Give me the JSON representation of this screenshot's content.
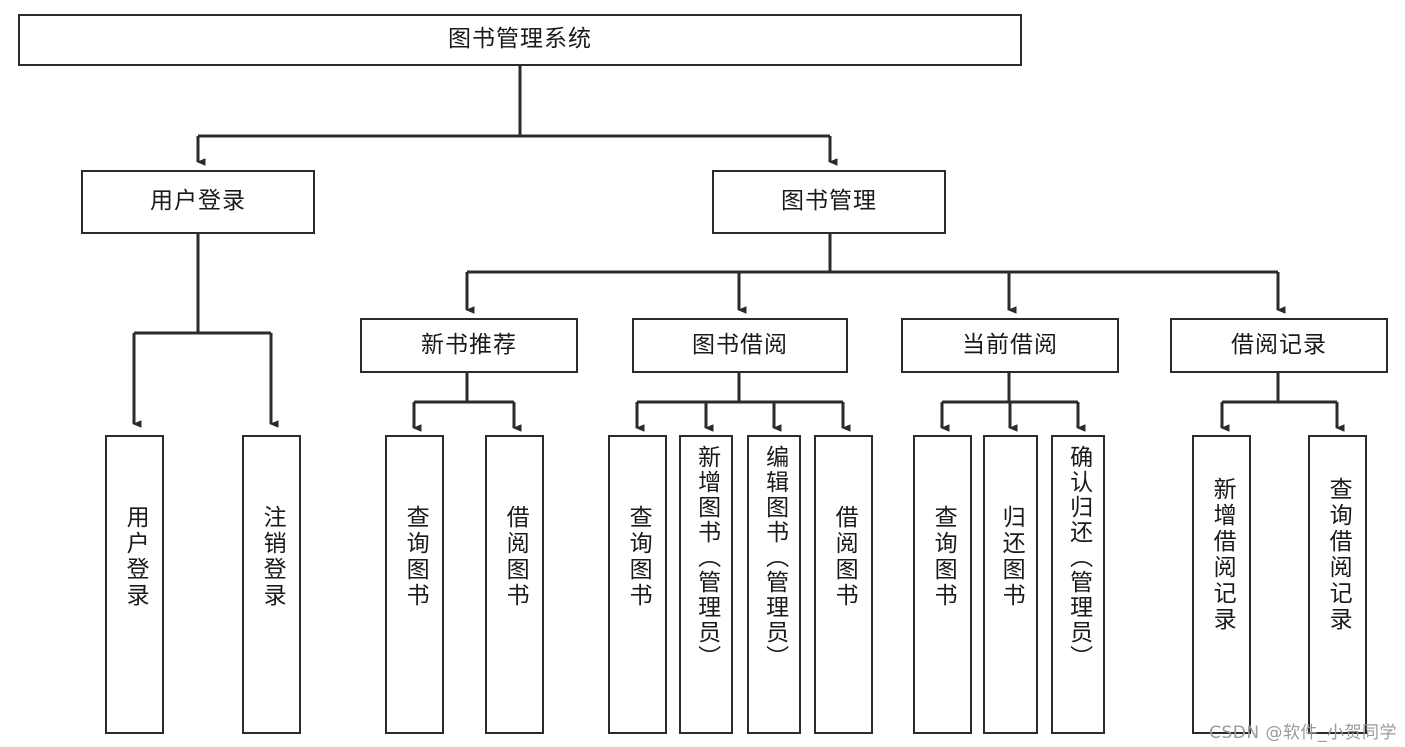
{
  "diagram": {
    "title": "图书管理系统",
    "type": "tree",
    "orientation": "top-down",
    "style": {
      "box_fill": "#ffffff",
      "box_stroke": "#2b2b2b",
      "connector_color": "#2b2b2b",
      "text_color": "#1a1a1a",
      "background": "#ffffff"
    },
    "nodes": {
      "root": {
        "label": "图书管理系统",
        "level": 0,
        "text_direction": "horizontal"
      },
      "user_login": {
        "label": "用户登录",
        "level": 1,
        "text_direction": "horizontal"
      },
      "book_manage": {
        "label": "图书管理",
        "level": 1,
        "text_direction": "horizontal"
      },
      "new_book_rec": {
        "label": "新书推荐",
        "level": 2,
        "text_direction": "horizontal"
      },
      "book_borrow": {
        "label": "图书借阅",
        "level": 2,
        "text_direction": "horizontal"
      },
      "current_borrow": {
        "label": "当前借阅",
        "level": 2,
        "text_direction": "horizontal"
      },
      "borrow_record": {
        "label": "借阅记录",
        "level": 2,
        "text_direction": "horizontal"
      },
      "leaf_user_login": {
        "label": "用户登录",
        "level": 3,
        "text_direction": "vertical"
      },
      "leaf_logout": {
        "label": "注销登录",
        "level": 3,
        "text_direction": "vertical"
      },
      "leaf_query_book_1": {
        "label": "查询图书",
        "level": 3,
        "text_direction": "vertical"
      },
      "leaf_borrow_book_1": {
        "label": "借阅图书",
        "level": 3,
        "text_direction": "vertical"
      },
      "leaf_query_book_2": {
        "label": "查询图书",
        "level": 3,
        "text_direction": "vertical"
      },
      "leaf_add_book": {
        "label": "新增图书（管理员）",
        "level": 3,
        "text_direction": "vertical"
      },
      "leaf_edit_book": {
        "label": "编辑图书（管理员）",
        "level": 3,
        "text_direction": "vertical"
      },
      "leaf_borrow_book_2": {
        "label": "借阅图书",
        "level": 3,
        "text_direction": "vertical"
      },
      "leaf_query_book_3": {
        "label": "查询图书",
        "level": 3,
        "text_direction": "vertical"
      },
      "leaf_return_book": {
        "label": "归还图书",
        "level": 3,
        "text_direction": "vertical"
      },
      "leaf_confirm_return": {
        "label": "确认归还（管理员）",
        "level": 3,
        "text_direction": "vertical"
      },
      "leaf_add_record": {
        "label": "新增借阅记录",
        "level": 3,
        "text_direction": "vertical"
      },
      "leaf_query_record": {
        "label": "查询借阅记录",
        "level": 3,
        "text_direction": "vertical"
      }
    },
    "edges": [
      {
        "from": "root",
        "to": "user_login"
      },
      {
        "from": "root",
        "to": "book_manage"
      },
      {
        "from": "user_login",
        "to": "leaf_user_login"
      },
      {
        "from": "user_login",
        "to": "leaf_logout"
      },
      {
        "from": "book_manage",
        "to": "new_book_rec"
      },
      {
        "from": "book_manage",
        "to": "book_borrow"
      },
      {
        "from": "book_manage",
        "to": "current_borrow"
      },
      {
        "from": "book_manage",
        "to": "borrow_record"
      },
      {
        "from": "new_book_rec",
        "to": "leaf_query_book_1"
      },
      {
        "from": "new_book_rec",
        "to": "leaf_borrow_book_1"
      },
      {
        "from": "book_borrow",
        "to": "leaf_query_book_2"
      },
      {
        "from": "book_borrow",
        "to": "leaf_add_book"
      },
      {
        "from": "book_borrow",
        "to": "leaf_edit_book"
      },
      {
        "from": "book_borrow",
        "to": "leaf_borrow_book_2"
      },
      {
        "from": "current_borrow",
        "to": "leaf_query_book_3"
      },
      {
        "from": "current_borrow",
        "to": "leaf_return_book"
      },
      {
        "from": "current_borrow",
        "to": "leaf_confirm_return"
      },
      {
        "from": "borrow_record",
        "to": "leaf_add_record"
      },
      {
        "from": "borrow_record",
        "to": "leaf_query_record"
      }
    ]
  },
  "watermark": {
    "text": "CSDN @软件_小贺同学"
  }
}
